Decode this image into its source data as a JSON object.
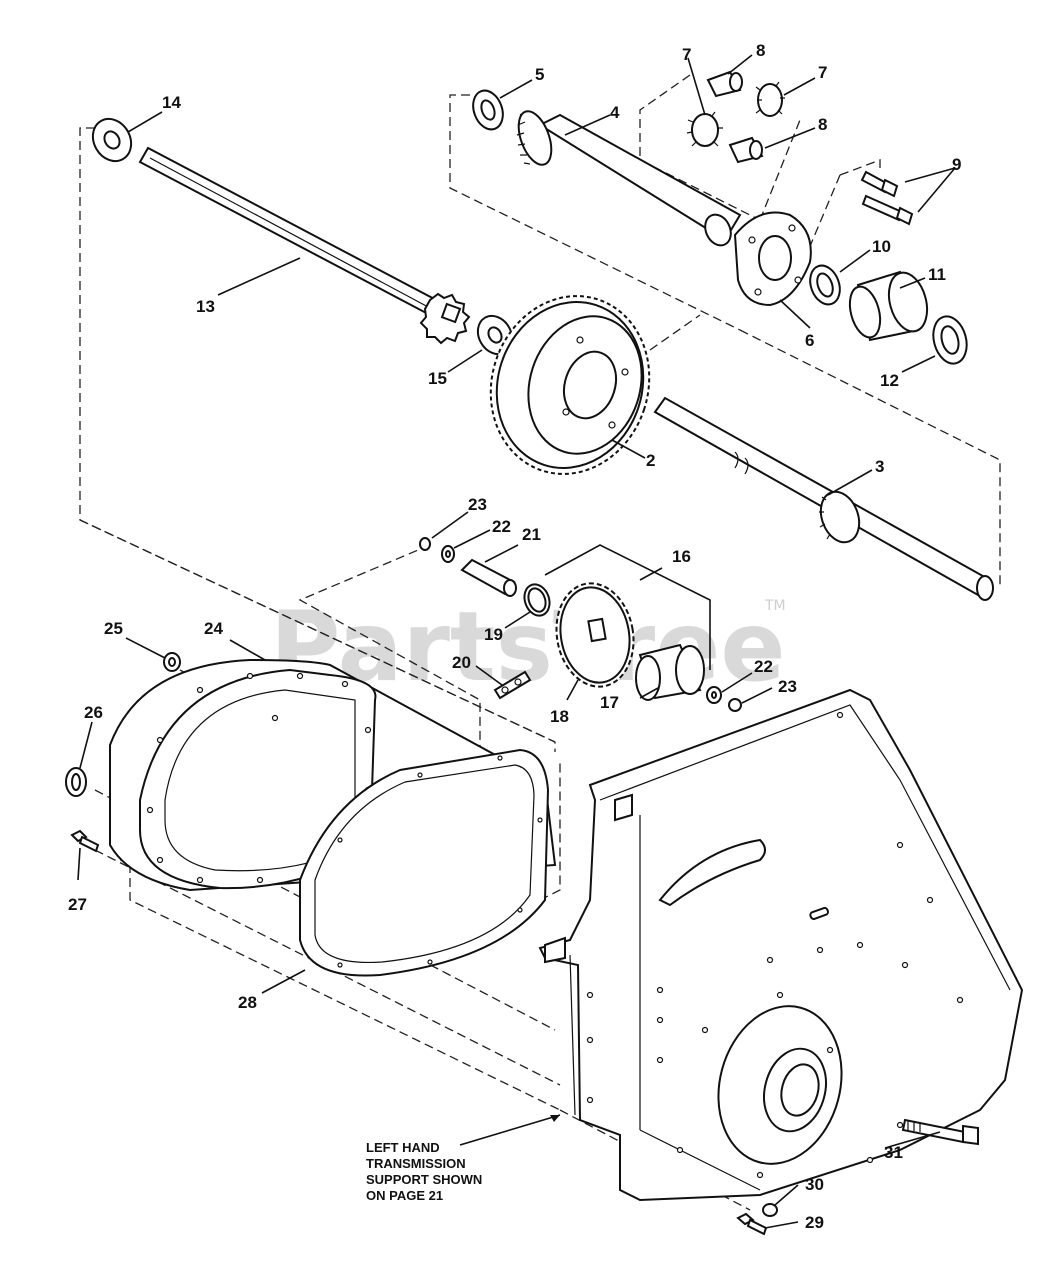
{
  "watermark": {
    "text": "PartsTree",
    "trademark": "TM"
  },
  "callouts": {
    "p2": "2",
    "p3": "3",
    "p4": "4",
    "p5": "5",
    "p6": "6",
    "p7a": "7",
    "p7b": "7",
    "p8a": "8",
    "p8b": "8",
    "p9": "9",
    "p10": "10",
    "p11": "11",
    "p12": "12",
    "p13": "13",
    "p14": "14",
    "p15": "15",
    "p16": "16",
    "p17": "17",
    "p18": "18",
    "p19": "19",
    "p20": "20",
    "p21": "21",
    "p22a": "22",
    "p22b": "22",
    "p23a": "23",
    "p23b": "23",
    "p24": "24",
    "p25": "25",
    "p26": "26",
    "p27": "27",
    "p28": "28",
    "p29": "29",
    "p30": "30",
    "p31": "31"
  },
  "note": {
    "line1": "LEFT HAND",
    "line2": "TRANSMISSION",
    "line3": "SUPPORT SHOWN",
    "line4": "ON PAGE 21"
  }
}
